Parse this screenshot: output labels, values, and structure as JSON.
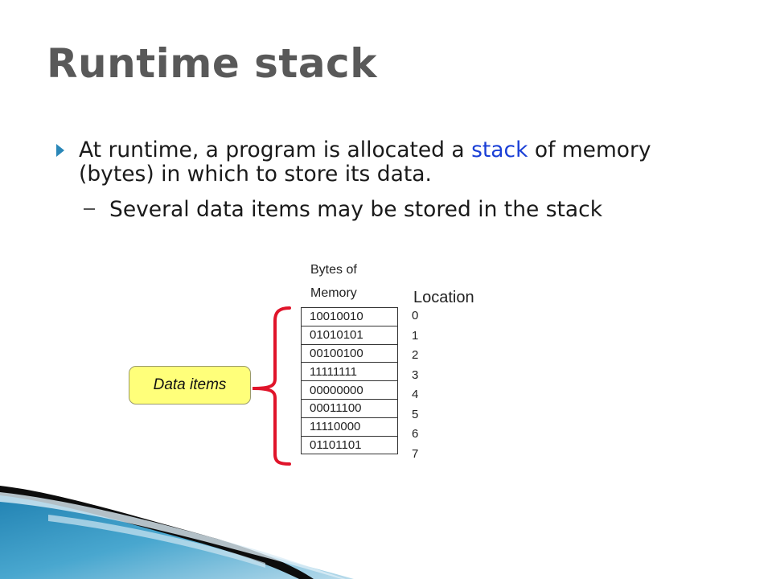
{
  "slide": {
    "title": "Runtime stack",
    "bullet": {
      "text_before": "At runtime, a program is allocated a ",
      "highlight": "stack",
      "text_after": " of memory (bytes) in which to store its data.",
      "icon": "right-triangle-bullet-icon"
    },
    "subbullet": "Several data items may be stored in the stack"
  },
  "diagram": {
    "bytes_header_line1": "Bytes of",
    "bytes_header_line2": "Memory",
    "location_header": "Location",
    "rows": [
      {
        "bytes": "10010010",
        "location": "0"
      },
      {
        "bytes": "01010101",
        "location": "1"
      },
      {
        "bytes": "00100100",
        "location": "2"
      },
      {
        "bytes": "11111111",
        "location": "3"
      },
      {
        "bytes": "00000000",
        "location": "4"
      },
      {
        "bytes": "00011100",
        "location": "5"
      },
      {
        "bytes": "11110000",
        "location": "6"
      },
      {
        "bytes": "01101101",
        "location": "7"
      }
    ],
    "callout": "Data items"
  },
  "colors": {
    "title": "#595959",
    "highlight": "#1a3fd6",
    "bracket": "#e0142a",
    "callout_fill": "#ffff7a",
    "accent_blue": "#2a87b8"
  }
}
